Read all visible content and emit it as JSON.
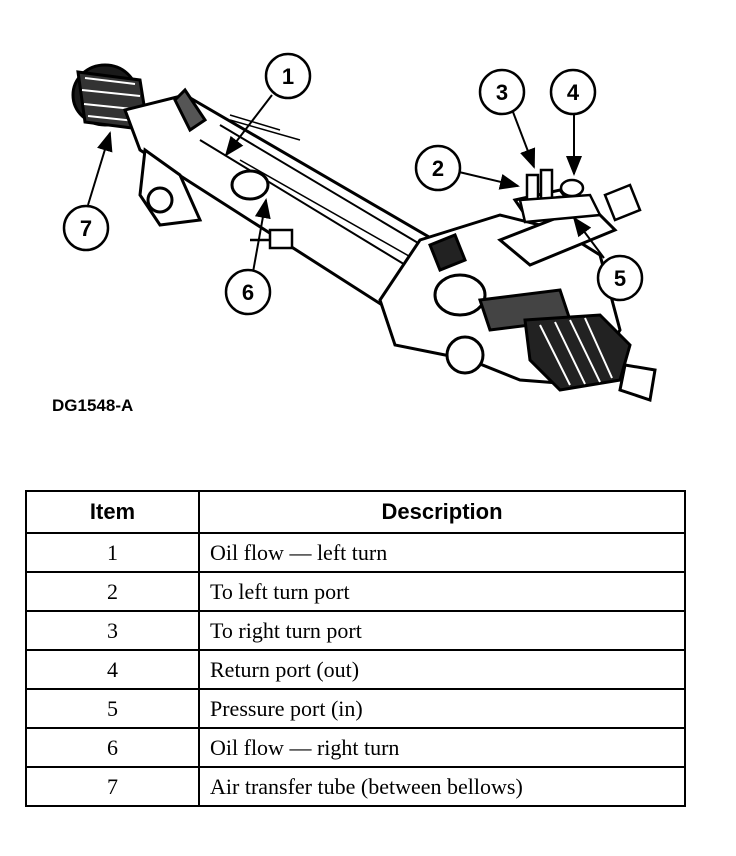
{
  "figure_id": "DG1548-A",
  "callouts": [
    "1",
    "2",
    "3",
    "4",
    "5",
    "6",
    "7"
  ],
  "table": {
    "headers": [
      "Item",
      "Description"
    ],
    "rows": [
      {
        "item": "1",
        "description": "Oil flow — left turn"
      },
      {
        "item": "2",
        "description": "To left turn port"
      },
      {
        "item": "3",
        "description": "To right turn port"
      },
      {
        "item": "4",
        "description": "Return port (out)"
      },
      {
        "item": "5",
        "description": "Pressure port (in)"
      },
      {
        "item": "6",
        "description": "Oil flow — right turn"
      },
      {
        "item": "7",
        "description": "Air transfer tube (between bellows)"
      }
    ]
  }
}
